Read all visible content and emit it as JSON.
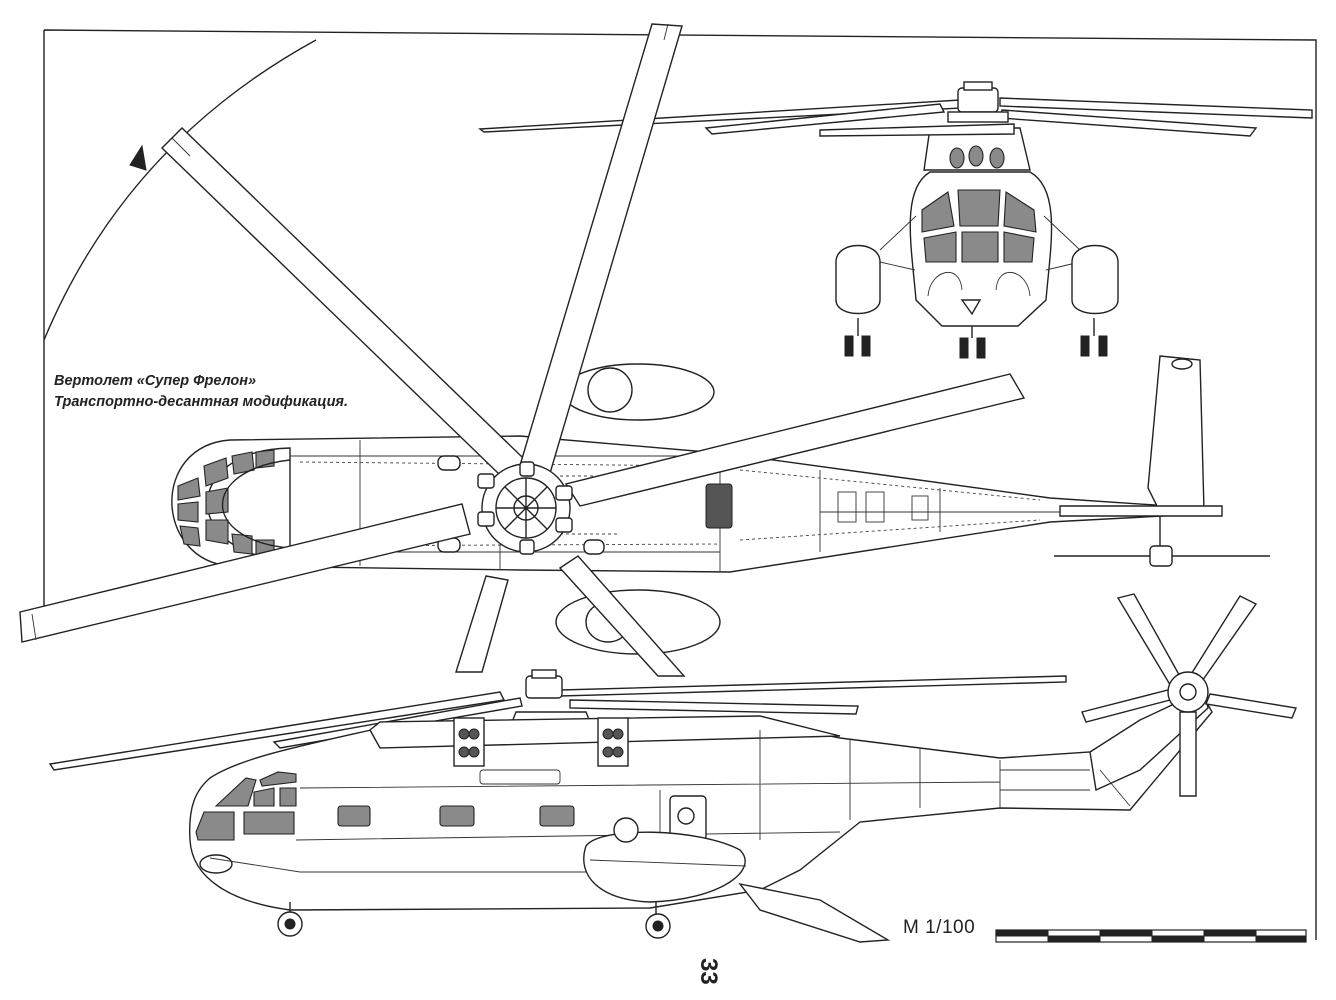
{
  "caption": {
    "line1": "Вертолет «Супер Фрелон»",
    "line2": "Транспортно-десантная модификация."
  },
  "scale": {
    "label": "М 1/100"
  },
  "page": {
    "number": "33"
  },
  "views": [
    "front-view",
    "top-view",
    "side-view",
    "tail-rotor-detail"
  ],
  "colors": {
    "line": "#222222",
    "glazing": "#8a8a8a",
    "background": "#ffffff"
  }
}
